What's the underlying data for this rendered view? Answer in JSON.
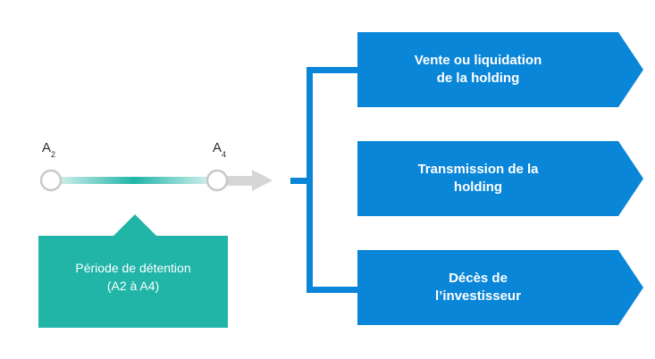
{
  "timeline": {
    "start_label": "A",
    "start_sub": "2",
    "end_label": "A",
    "end_sub": "4"
  },
  "period_box": {
    "line1": "Période de détention",
    "line2": "(A2 à A4)"
  },
  "outcomes": [
    {
      "line1": "Vente ou liquidation",
      "line2": "de la holding"
    },
    {
      "line1": "Transmission de la",
      "line2": "holding"
    },
    {
      "line1": "Décès de",
      "line2": "l’investisseur"
    }
  ],
  "colors": {
    "outcome_blue": "#0a86d8",
    "connector_blue": "#0a86d8",
    "period_teal": "#21b5a8",
    "arrow_gray": "#d6d6d6",
    "node_stroke": "#c8c8c8"
  }
}
